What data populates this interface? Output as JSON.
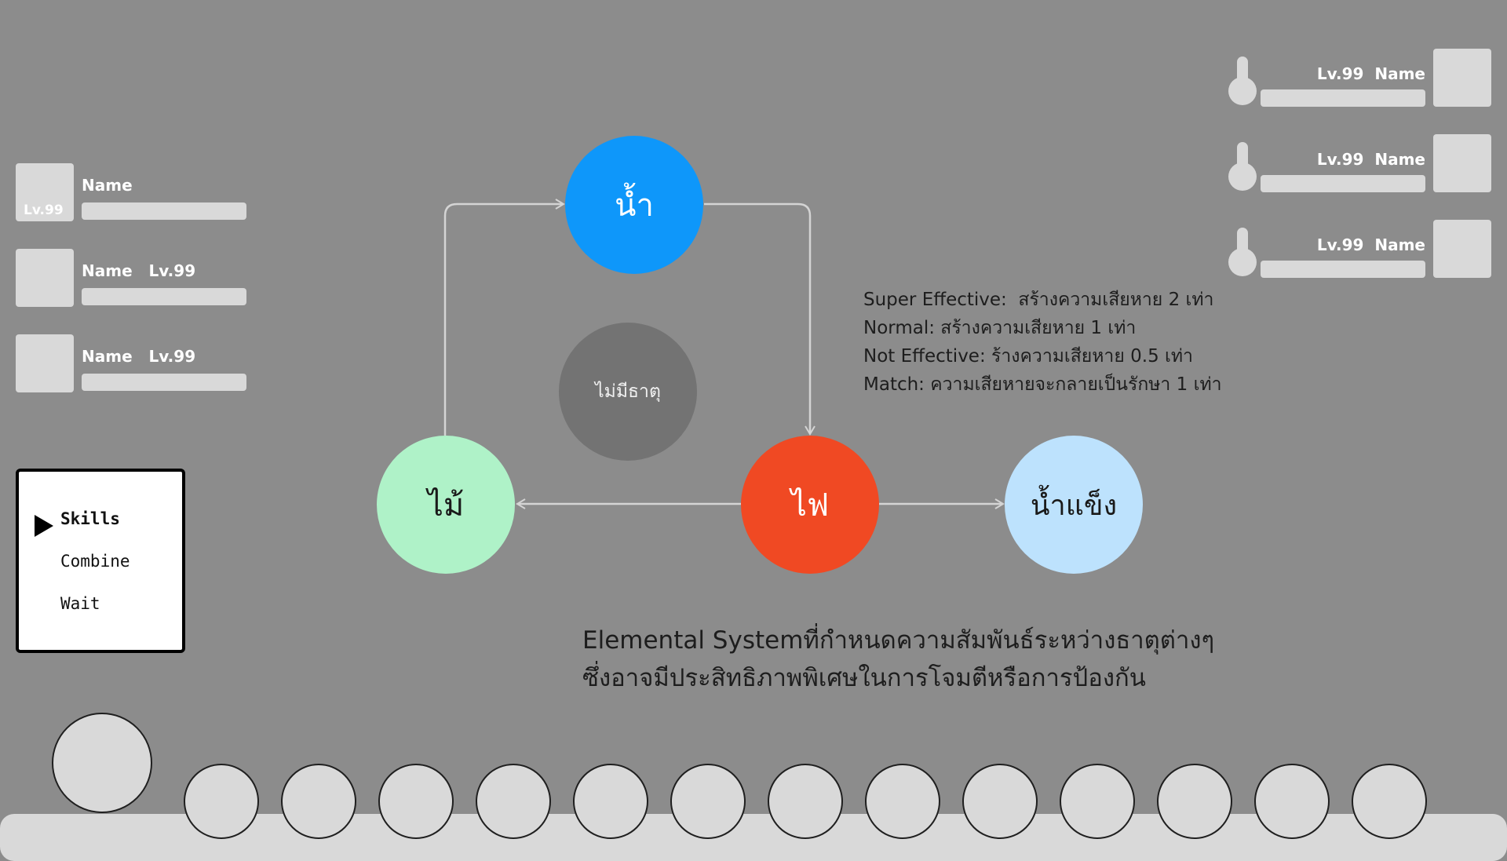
{
  "party": [
    {
      "name": "Name",
      "level": "Lv.99"
    },
    {
      "name": "Name",
      "level": "Lv.99"
    },
    {
      "name": "Name",
      "level": "Lv.99"
    }
  ],
  "enemies": [
    {
      "level": "Lv.99",
      "name": "Name"
    },
    {
      "level": "Lv.99",
      "name": "Name"
    },
    {
      "level": "Lv.99",
      "name": "Name"
    }
  ],
  "menu": {
    "items": [
      "Skills",
      "Combine",
      "Wait"
    ],
    "selected": "Skills"
  },
  "elements": {
    "water": {
      "label": "น้ำ",
      "color": "#0e97fa"
    },
    "none": {
      "label": "ไม่มีธาตุ",
      "color": "#737373"
    },
    "wood": {
      "label": "ไม้",
      "color": "#aff2c8"
    },
    "fire": {
      "label": "ไฟ",
      "color": "#f04923"
    },
    "ice": {
      "label": "น้ำแข็ง",
      "color": "#bde2fd"
    }
  },
  "effectiveness": [
    {
      "term": "Super Effective:",
      "desc": "  สร้างความเสียหาย 2 เท่า"
    },
    {
      "term": "Normal:",
      "desc": " สร้างความเสียหาย 1 เท่า"
    },
    {
      "term": "Not Effective:",
      "desc": " ร้างความเสียหาย 0.5 เท่า"
    },
    {
      "term": "Match:",
      "desc": " ความเสียหายจะกลายเป็นรักษา 1 เท่า"
    }
  ],
  "caption": {
    "line1": "Elemental Systemที่กำหนดความสัมพันธ์ระหว่างธาตุต่างๆ",
    "line2": "ซึ่งอาจมีประสิทธิภาพพิเศษในการโจมตีหรือการป้องกัน"
  },
  "hotbar": {
    "slot_count": 13
  }
}
